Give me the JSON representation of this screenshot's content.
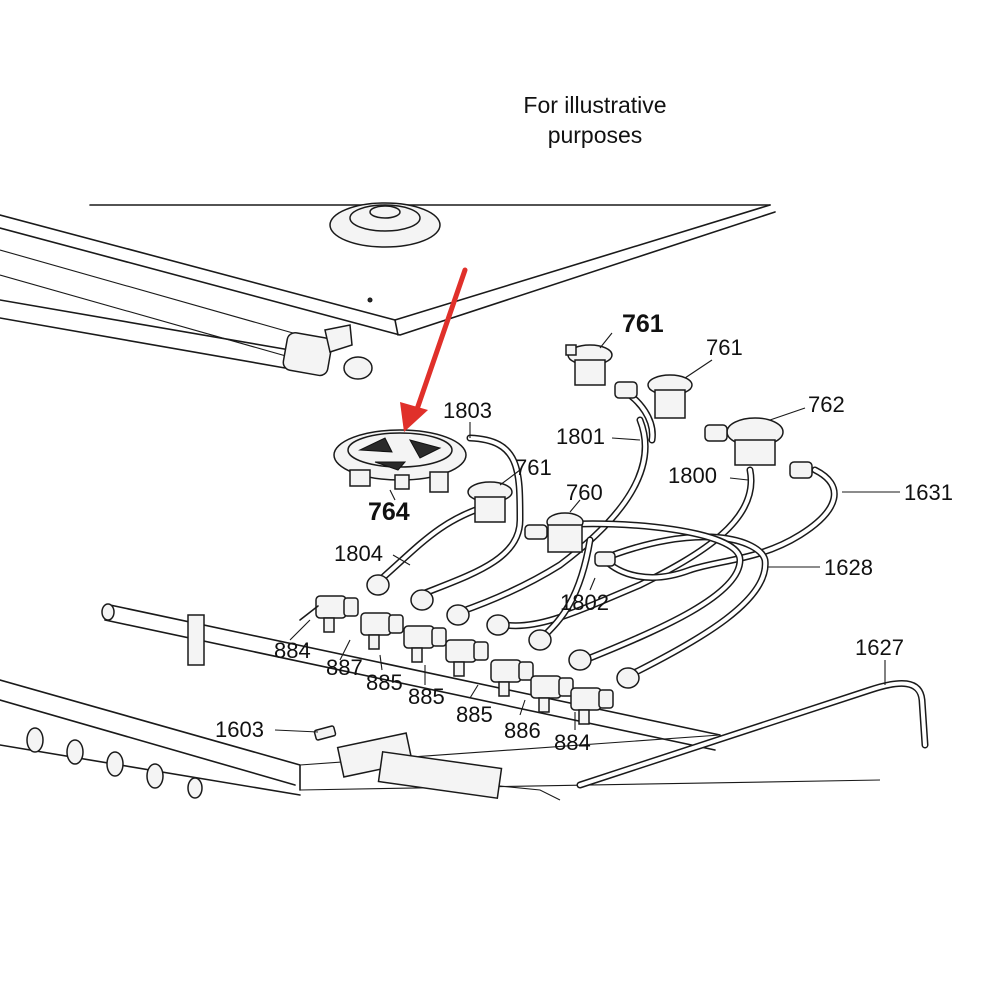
{
  "note": {
    "line1": "For illustrative",
    "line2": "purposes"
  },
  "accent_color": "#e0302a",
  "labels": {
    "l761a": "761",
    "l761b": "761",
    "l762": "762",
    "l1803": "1803",
    "l1801": "1801",
    "l761c": "761",
    "l760": "760",
    "l1800": "1800",
    "l1631": "1631",
    "l764": "764",
    "l1804": "1804",
    "l1628": "1628",
    "l1802": "1802",
    "l1627": "1627",
    "l884a": "884",
    "l887": "887",
    "l885a": "885",
    "l885b": "885",
    "l885c": "885",
    "l886": "886",
    "l884b": "884",
    "l1603": "1603"
  }
}
